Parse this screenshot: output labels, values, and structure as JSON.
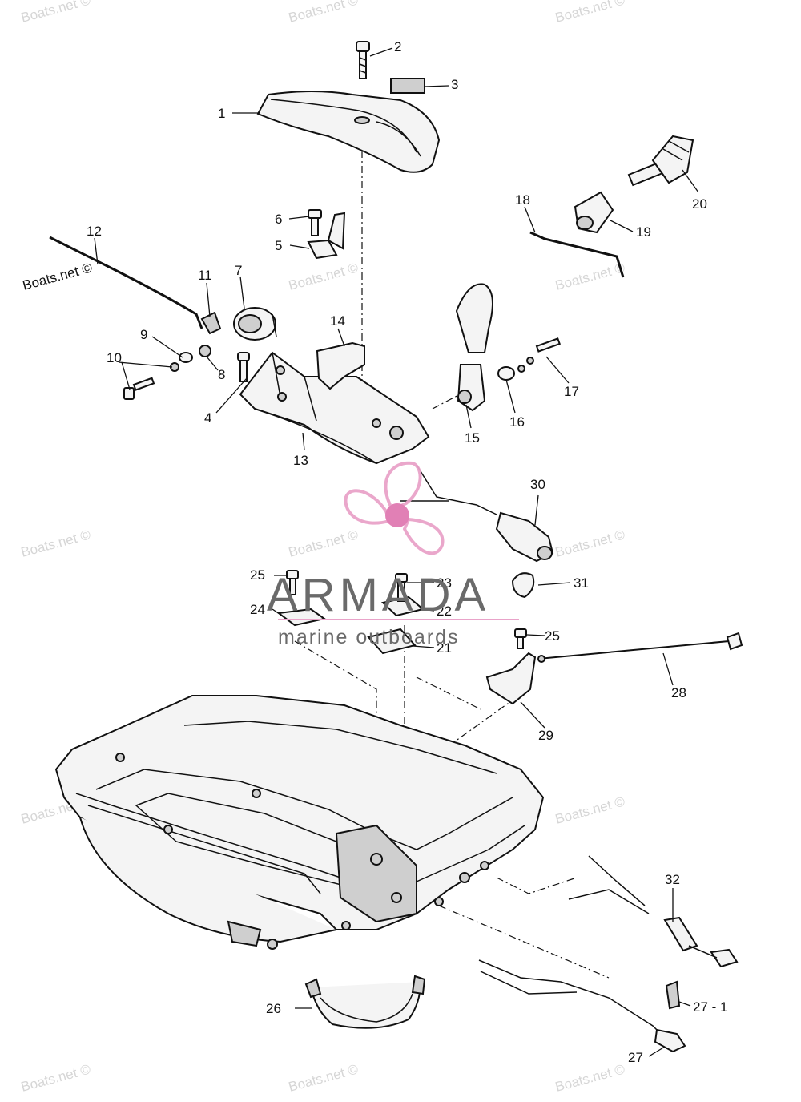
{
  "diagram": {
    "callouts": [
      {
        "id": "1",
        "label": "1"
      },
      {
        "id": "2",
        "label": "2"
      },
      {
        "id": "3",
        "label": "3"
      },
      {
        "id": "4",
        "label": "4"
      },
      {
        "id": "5",
        "label": "5"
      },
      {
        "id": "6",
        "label": "6"
      },
      {
        "id": "7",
        "label": "7"
      },
      {
        "id": "8",
        "label": "8"
      },
      {
        "id": "9",
        "label": "9"
      },
      {
        "id": "10",
        "label": "10"
      },
      {
        "id": "11",
        "label": "11"
      },
      {
        "id": "12",
        "label": "12"
      },
      {
        "id": "13",
        "label": "13"
      },
      {
        "id": "14",
        "label": "14"
      },
      {
        "id": "15",
        "label": "15"
      },
      {
        "id": "16",
        "label": "16"
      },
      {
        "id": "17",
        "label": "17"
      },
      {
        "id": "18",
        "label": "18"
      },
      {
        "id": "19",
        "label": "19"
      },
      {
        "id": "20",
        "label": "20"
      },
      {
        "id": "21",
        "label": "21"
      },
      {
        "id": "22",
        "label": "22"
      },
      {
        "id": "23",
        "label": "23"
      },
      {
        "id": "24",
        "label": "24"
      },
      {
        "id": "25a",
        "label": "25"
      },
      {
        "id": "25b",
        "label": "25"
      },
      {
        "id": "26",
        "label": "26"
      },
      {
        "id": "27",
        "label": "27"
      },
      {
        "id": "27-1",
        "label": "27 - 1"
      },
      {
        "id": "28",
        "label": "28"
      },
      {
        "id": "29",
        "label": "29"
      },
      {
        "id": "30",
        "label": "30"
      },
      {
        "id": "31",
        "label": "31"
      },
      {
        "id": "32",
        "label": "32"
      }
    ],
    "watermark_text": "Boats.net ©"
  },
  "brand": {
    "name": "ARMADA",
    "tagline": "marine outboards",
    "propeller_color": "#e9a3c9",
    "hub_color": "#e07ab2",
    "text_color": "#6a6a6a"
  }
}
